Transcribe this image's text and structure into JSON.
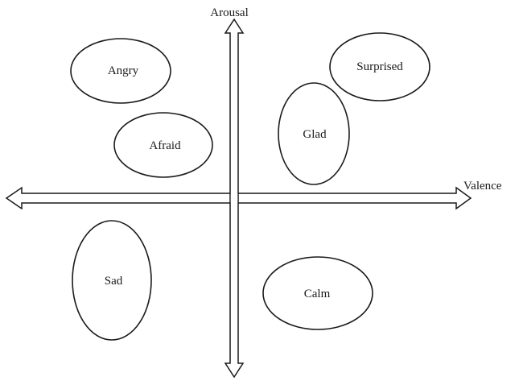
{
  "axes": {
    "vertical_label": "Arousal",
    "horizontal_label": "Valence"
  },
  "emotions": {
    "angry": "Angry",
    "surprised": "Surprised",
    "afraid": "Afraid",
    "glad": "Glad",
    "sad": "Sad",
    "calm": "Calm"
  },
  "colors": {
    "stroke": "#1a1a1a",
    "fill": "#ffffff"
  }
}
